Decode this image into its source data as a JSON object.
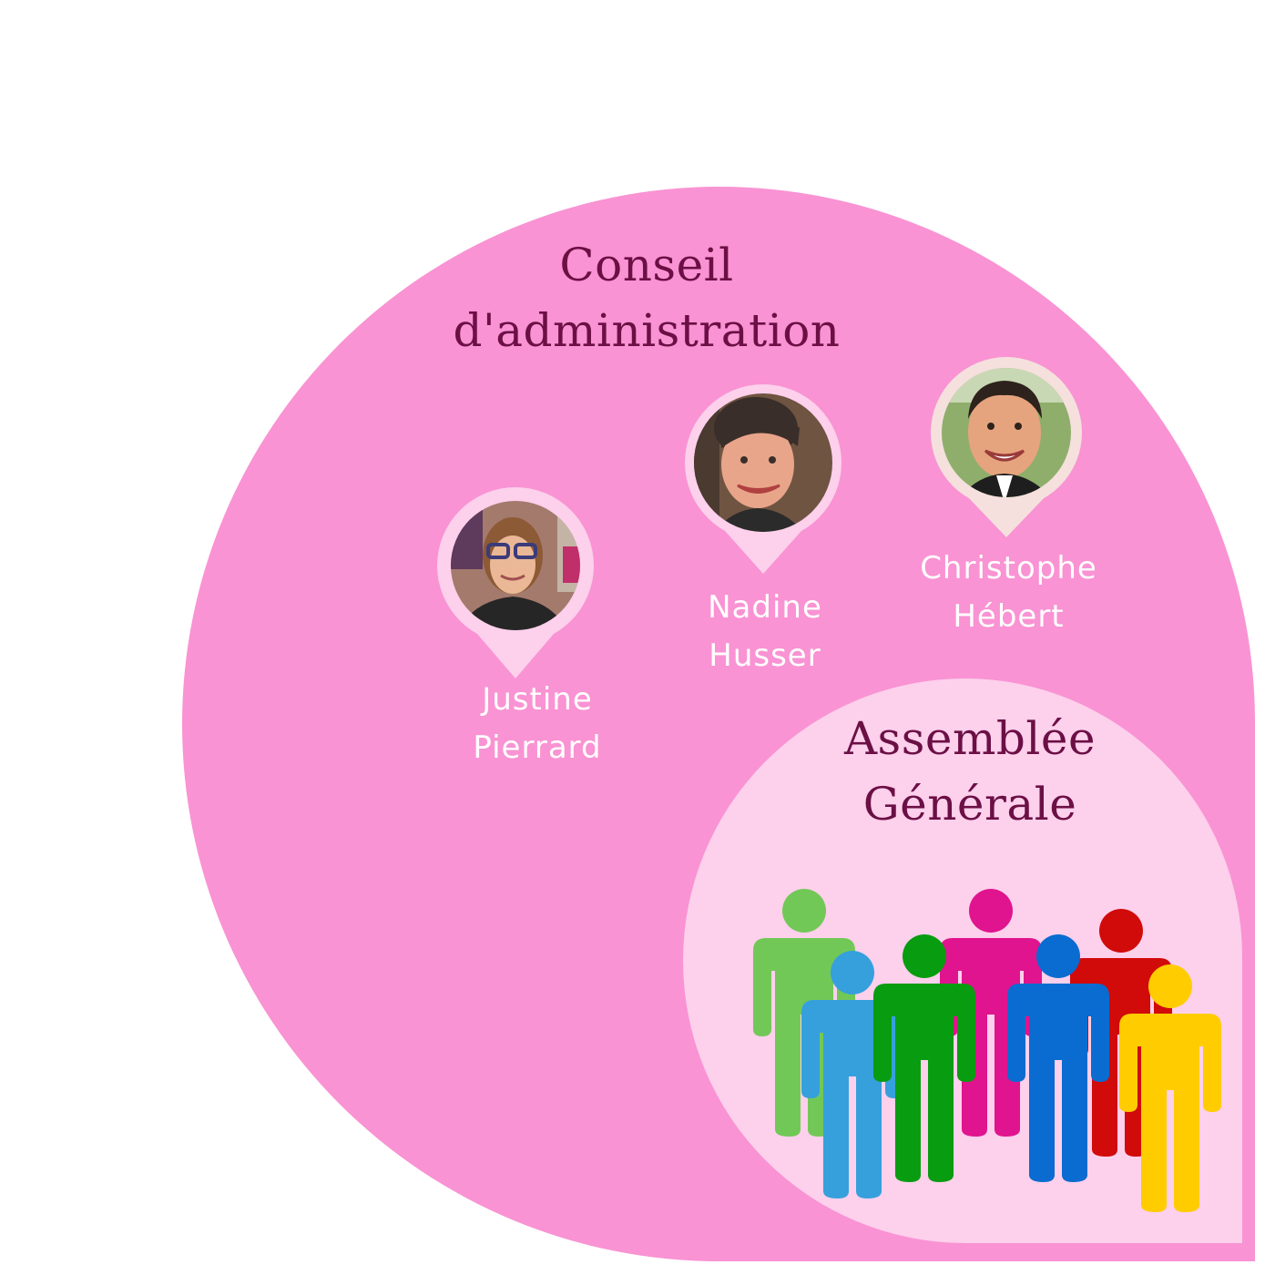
{
  "colors": {
    "outer_shape": "#f993d3",
    "inner_shape": "#fdd0ec",
    "title_text": "#6b0f45",
    "name_text": "#ffffff",
    "pin_pink": "#fdd0ec",
    "pin_beige": "#f5e0dd"
  },
  "board": {
    "title_line1": "Conseil",
    "title_line2": "d'administration",
    "members": [
      {
        "first": "Justine",
        "last": "Pierrard",
        "photo_icon": "portrait-photo-icon"
      },
      {
        "first": "Nadine",
        "last": "Husser",
        "photo_icon": "portrait-photo-icon"
      },
      {
        "first": "Christophe",
        "last": "Hébert",
        "photo_icon": "portrait-photo-icon"
      }
    ]
  },
  "assembly": {
    "title_line1": "Assemblée",
    "title_line2": "Générale",
    "people_icon": "people-group-icon",
    "people_colors": [
      "#72c857",
      "#e0148e",
      "#d10a0a",
      "#36a0dc",
      "#089c10",
      "#0a6cd0",
      "#ffcc00"
    ]
  }
}
